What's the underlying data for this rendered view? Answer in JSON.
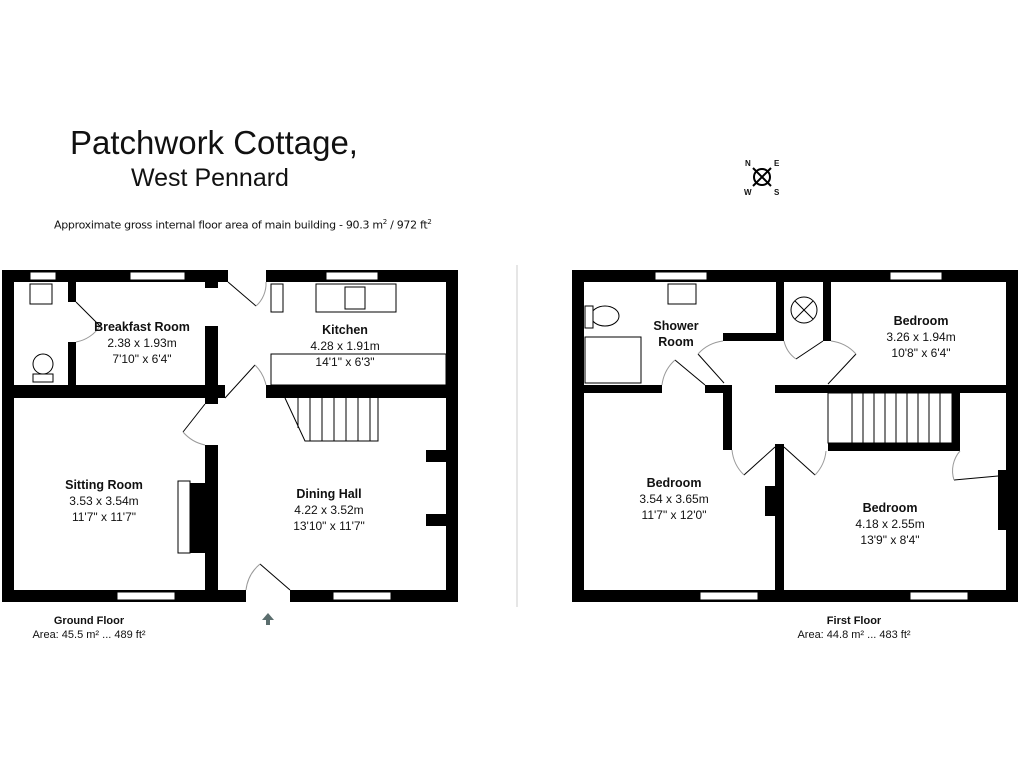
{
  "header": {
    "title": "Patchwork Cottage,",
    "subtitle": "West Pennard",
    "area_note_prefix": "Approximate gross internal floor area of main building  -  90.3 m",
    "area_note_mid": " /  972 ft",
    "area_note_sup": "2"
  },
  "compass": {
    "n": "N",
    "e": "E",
    "s": "S",
    "w": "W"
  },
  "ground_floor": {
    "label": "Ground Floor",
    "area": "Area: 45.5 m² ... 489 ft²",
    "rooms": [
      {
        "name": "Breakfast Room",
        "metric": "2.38 x 1.93m",
        "imperial": "7'10\" x 6'4\""
      },
      {
        "name": "Kitchen",
        "metric": "4.28 x 1.91m",
        "imperial": "14'1\" x 6'3\""
      },
      {
        "name": "Sitting Room",
        "metric": "3.53 x 3.54m",
        "imperial": "11'7\" x 11'7\""
      },
      {
        "name": "Dining Hall",
        "metric": "4.22 x 3.52m",
        "imperial": "13'10\" x 11'7\""
      }
    ]
  },
  "first_floor": {
    "label": "First Floor",
    "area": "Area: 44.8 m² ... 483 ft²",
    "rooms": [
      {
        "name": "Shower",
        "name2": "Room"
      },
      {
        "name": "Bedroom",
        "metric": "3.26 x 1.94m",
        "imperial": "10'8\" x 6'4\""
      },
      {
        "name": "Bedroom",
        "metric": "3.54 x 3.65m",
        "imperial": "11'7\" x 12'0\""
      },
      {
        "name": "Bedroom",
        "metric": "4.18 x 2.55m",
        "imperial": "13'9\" x 8'4\""
      }
    ]
  },
  "colors": {
    "wall": "#000000",
    "entrance_arrow": "#5b6e6e",
    "divider": "#cccccc"
  }
}
